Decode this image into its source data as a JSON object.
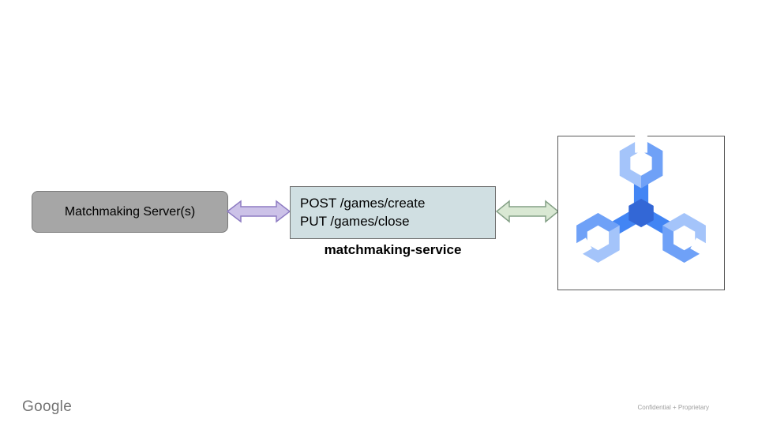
{
  "slide": {
    "left_box": {
      "label": "Matchmaking Server(s)"
    },
    "service_box": {
      "lines": [
        "POST /games/create",
        "PUT /games/close"
      ],
      "caption": "matchmaking-service"
    },
    "logo_box": {
      "icon": "agones-logo"
    },
    "footer": {
      "brand": "Google",
      "note": "Confidential + Proprietary"
    }
  },
  "colors": {
    "left_box_fill": "#a6a6a6",
    "left_box_border": "#7a7a7a",
    "service_box_fill": "#d0dfe2",
    "purple_arrow_fill": "#ccc2e8",
    "purple_arrow_stroke": "#8e7cc3",
    "green_arrow_fill": "#d9e8d3",
    "green_arrow_stroke": "#84a086",
    "logo_blue_medium": "#4285f4",
    "logo_blue_light": "#a4c4fa",
    "logo_blue_mid": "#6fa1f7",
    "logo_blue_dark": "#3367d6"
  }
}
